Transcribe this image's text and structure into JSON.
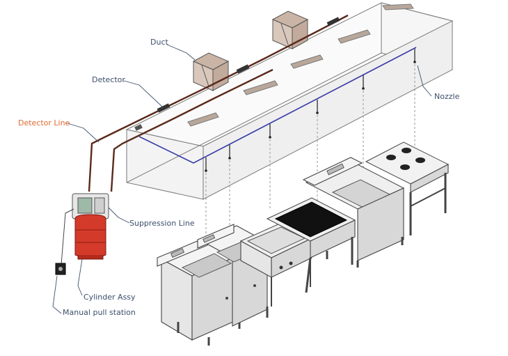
{
  "labels": {
    "duct": "Duct",
    "detector": "Detector",
    "detector_line": "Detector Line",
    "nozzle": "Nozzle",
    "suppression_line": "Suppression Line",
    "cylinder_assy": "Cylinder Assy",
    "manual_pull_station": "Manual pull station"
  },
  "colors": {
    "label_text": "#3b4f6b",
    "detector_line_label": "#e06a30",
    "detector_line_pipe": "#5a2a1c",
    "suppression_line_pipe": "#3a3aa8",
    "cylinder": "#d43a2a",
    "hood_outline": "#7a7a7a"
  },
  "icons": {
    "cylinder": "fire-suppression-cylinder-icon",
    "pull_station": "manual-pull-station-icon",
    "nozzle": "nozzle-icon",
    "duct": "exhaust-duct-icon"
  }
}
